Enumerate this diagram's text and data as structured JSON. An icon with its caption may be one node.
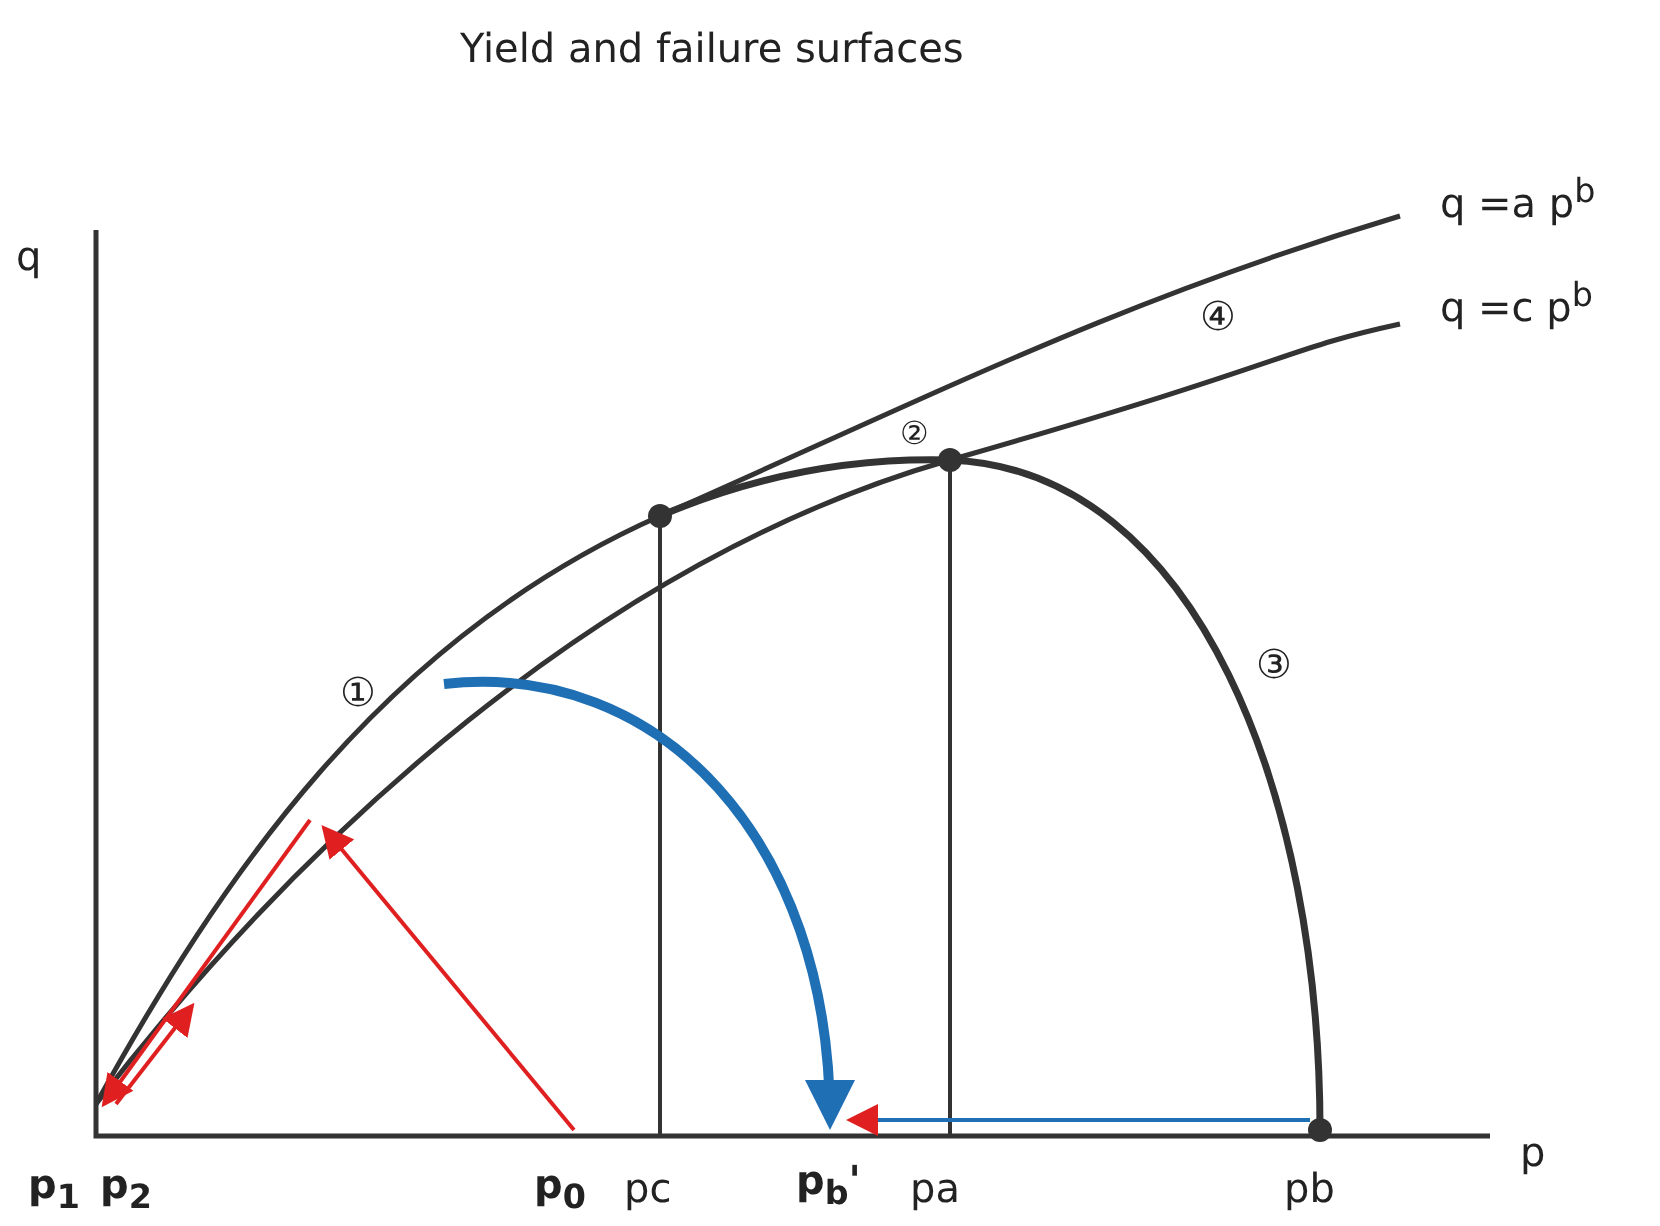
{
  "diagram": {
    "title": "Yield and failure surfaces",
    "labels": [
      "q",
      "q =a p$^{b}$",
      "④",
      "q =c p$^{b}$",
      "②",
      "①",
      "③",
      "p$_{1}$",
      "p$_{2}$",
      "p$_{0}$",
      "pc",
      "p$_{b}$'",
      "pa",
      "pb",
      "p"
    ]
  }
}
